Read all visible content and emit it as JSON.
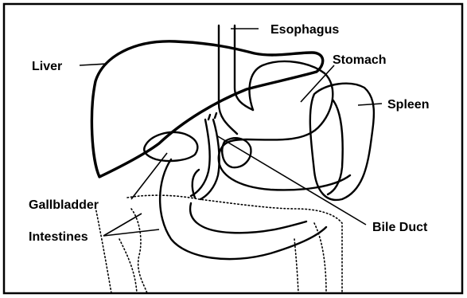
{
  "labels": {
    "esophagus": "Esophagus",
    "liver": "Liver",
    "stomach": "Stomach",
    "spleen": "Spleen",
    "gallbladder": "Gallbladder",
    "intestines": "Intestines",
    "bile_duct": "Bile Duct"
  },
  "colors": {
    "line": "#000000",
    "background": "#ffffff"
  }
}
